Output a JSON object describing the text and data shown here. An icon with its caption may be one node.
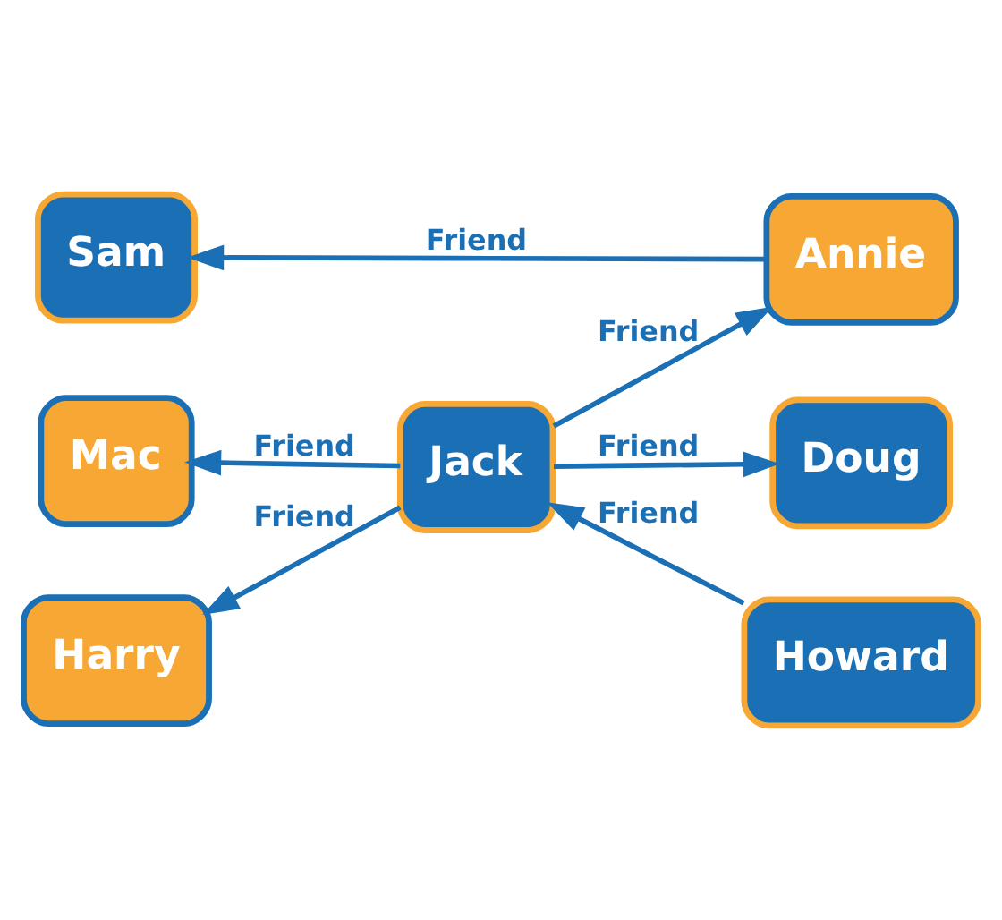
{
  "diagram": {
    "nodes": [
      {
        "text": [
          "Sam"
        ]
      },
      {
        "text": [
          "Annie"
        ]
      },
      {
        "text": [
          "Mac"
        ]
      },
      {
        "text": [
          "Jack"
        ]
      },
      {
        "text": [
          "Doug"
        ]
      },
      {
        "text": [
          "Harry"
        ]
      },
      {
        "text": [
          "Howard"
        ]
      }
    ],
    "edges": [
      {
        "from": 1,
        "to": 0,
        "arrow": "to",
        "label": "Friend"
      },
      {
        "from": 3,
        "to": 1,
        "arrow": "to",
        "label": "Friend"
      },
      {
        "from": 3,
        "to": 2,
        "arrow": "to",
        "label": "Friend"
      },
      {
        "from": 3,
        "to": 4,
        "arrow": "to",
        "label": "Friend"
      },
      {
        "from": 3,
        "to": 5,
        "arrow": "to",
        "label": "Friend"
      },
      {
        "from": 6,
        "to": 3,
        "arrow": "to",
        "label": "Friend"
      }
    ]
  }
}
